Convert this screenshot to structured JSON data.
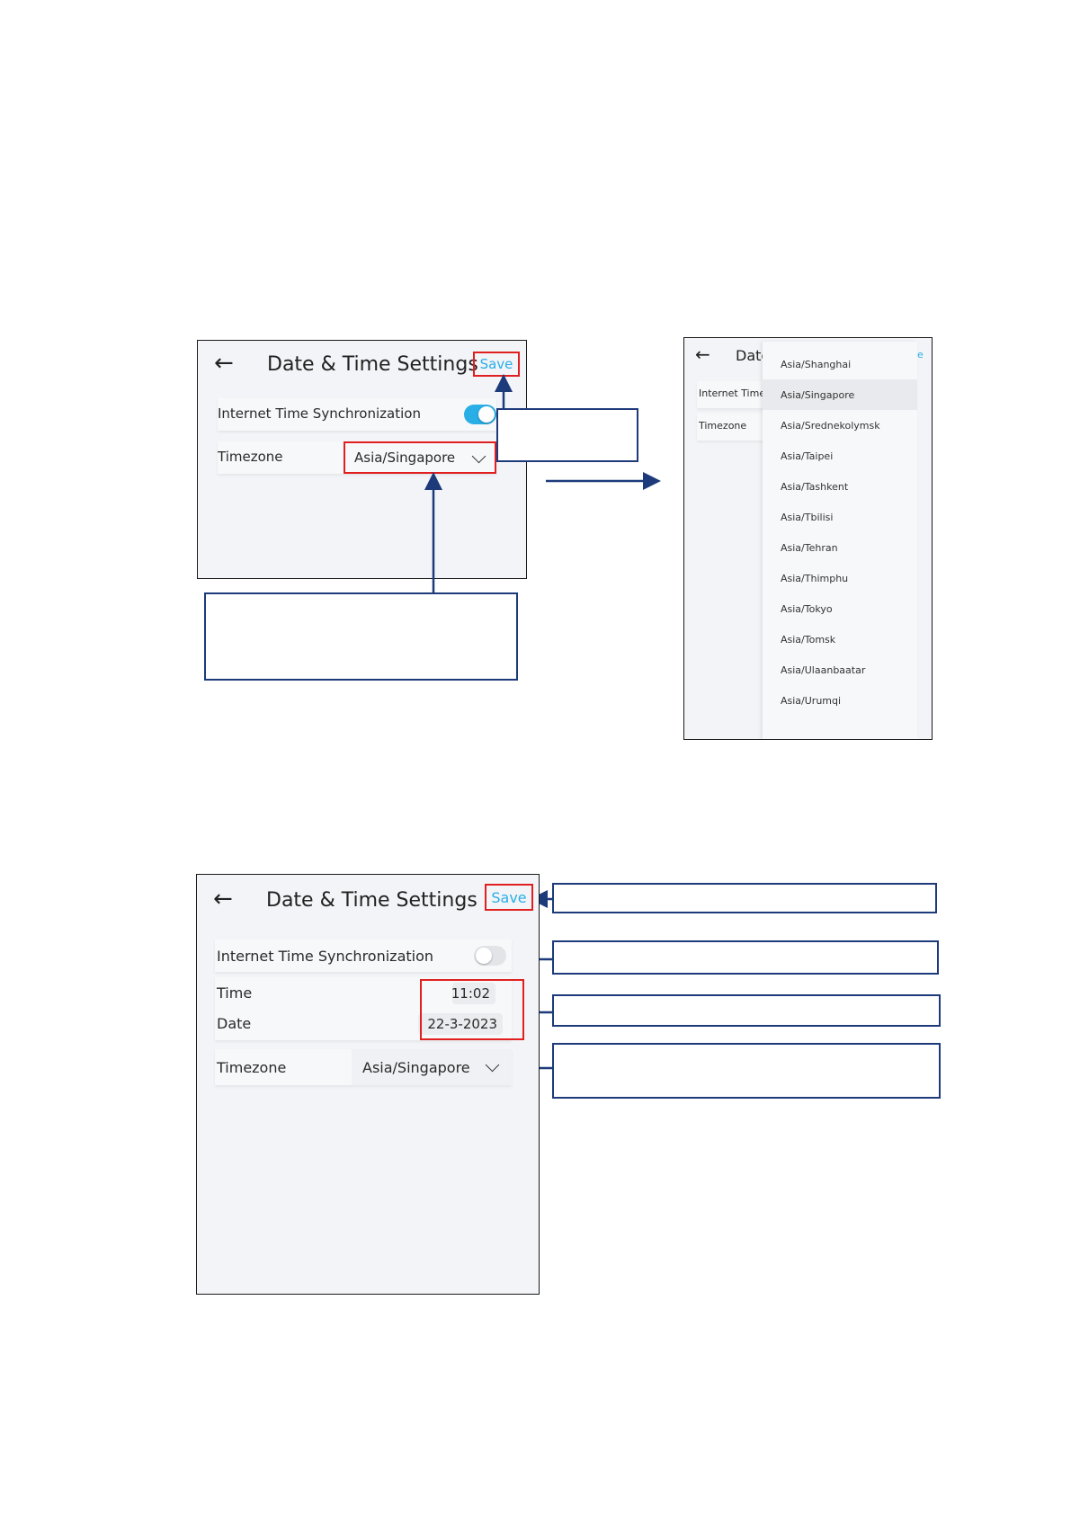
{
  "screen1": {
    "title": "Date & Time Settings",
    "save_label": "Save",
    "internet_sync_label": "Internet Time Synchronization",
    "internet_sync_on": true,
    "timezone_label": "Timezone",
    "timezone_value": "Asia/Singapore",
    "colors": {
      "accent": "#29aee6",
      "highlight": "#e02020",
      "callout_border": "#1d3a7a"
    }
  },
  "screen2": {
    "title_partial": "Date",
    "save_partial": "e",
    "internet_sync_partial": "Internet Time",
    "timezone_label": "Timezone",
    "timezone_options": [
      "Asia/Shanghai",
      "Asia/Singapore",
      "Asia/Srednekolymsk",
      "Asia/Taipei",
      "Asia/Tashkent",
      "Asia/Tbilisi",
      "Asia/Tehran",
      "Asia/Thimphu",
      "Asia/Tokyo",
      "Asia/Tomsk",
      "Asia/Ulaanbaatar",
      "Asia/Urumqi"
    ],
    "selected_option": "Asia/Singapore"
  },
  "screen3": {
    "title": "Date & Time Settings",
    "save_label": "Save",
    "internet_sync_label": "Internet Time Synchronization",
    "internet_sync_on": false,
    "time_label": "Time",
    "time_value": "11:02",
    "date_label": "Date",
    "date_value": "22-3-2023",
    "timezone_label": "Timezone",
    "timezone_value": "Asia/Singapore"
  },
  "icons": [
    "back-arrow-icon",
    "chevron-down-icon",
    "toggle-switch-icon",
    "arrow-icon"
  ]
}
